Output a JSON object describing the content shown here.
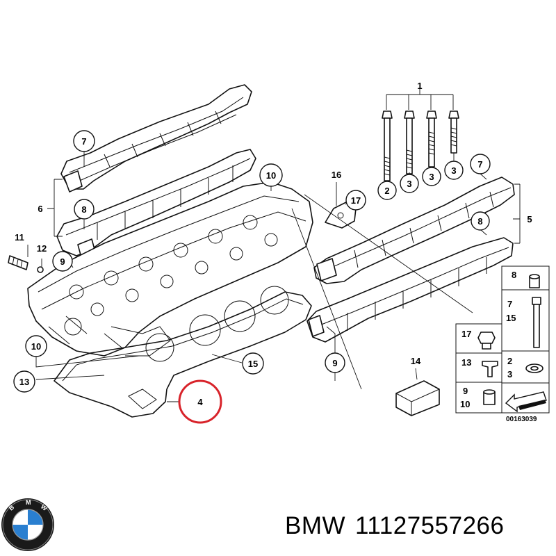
{
  "callouts": [
    {
      "id": "c1",
      "label": "1"
    },
    {
      "id": "c2",
      "label": "2"
    },
    {
      "id": "c3a",
      "label": "3"
    },
    {
      "id": "c3b",
      "label": "3"
    },
    {
      "id": "c3c",
      "label": "3"
    },
    {
      "id": "c4",
      "label": "4"
    },
    {
      "id": "c5",
      "label": "5"
    },
    {
      "id": "c6",
      "label": "6"
    },
    {
      "id": "c7a",
      "label": "7"
    },
    {
      "id": "c7b",
      "label": "7"
    },
    {
      "id": "c8a",
      "label": "8"
    },
    {
      "id": "c8b",
      "label": "8"
    },
    {
      "id": "c9a",
      "label": "9"
    },
    {
      "id": "c9b",
      "label": "9"
    },
    {
      "id": "c10a",
      "label": "10"
    },
    {
      "id": "c10b",
      "label": "10"
    },
    {
      "id": "c11",
      "label": "11"
    },
    {
      "id": "c12",
      "label": "12"
    },
    {
      "id": "c13",
      "label": "13"
    },
    {
      "id": "c15",
      "label": "15"
    },
    {
      "id": "c16",
      "label": "16"
    },
    {
      "id": "c17",
      "label": "17"
    },
    {
      "id": "c14",
      "label": "14"
    }
  ],
  "legend": {
    "cells": [
      {
        "labels": [
          "8"
        ]
      },
      {
        "labels": [
          "7",
          "15"
        ]
      },
      {
        "labels": [
          "17"
        ]
      },
      {
        "labels": [
          "13"
        ]
      },
      {
        "labels": [
          "2",
          "3"
        ]
      },
      {
        "labels": [
          "9",
          "10"
        ]
      }
    ]
  },
  "drawing_number": "00163039",
  "highlight_color": "#d8232a",
  "brand": {
    "logo_icon": "bmw-roundel-icon",
    "name": "BMW",
    "part_number": "11127557266"
  }
}
